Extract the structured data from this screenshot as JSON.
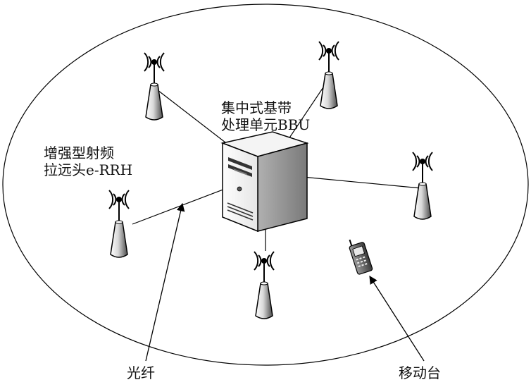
{
  "labels": {
    "bbu_line1": "集中式基带",
    "bbu_line2": "处理单元BBU",
    "rrh_line1": "增强型射频",
    "rrh_line2": "拉远头e-RRH",
    "fiber": "光纤",
    "mobile": "移动台"
  },
  "nodes": {
    "bbu": {
      "type": "server",
      "connections": [
        "rrh-top-left",
        "rrh-top-right",
        "rrh-right",
        "rrh-left",
        "rrh-bottom"
      ]
    },
    "rrh_count": 5,
    "mobile_station": {
      "type": "mobile-phone"
    }
  },
  "colors": {
    "stroke": "#000000",
    "antenna_fill_light": "#ffffff",
    "antenna_fill_dark": "#555555",
    "server_light": "#f2f2f2",
    "server_dark": "#8c8c8c"
  }
}
